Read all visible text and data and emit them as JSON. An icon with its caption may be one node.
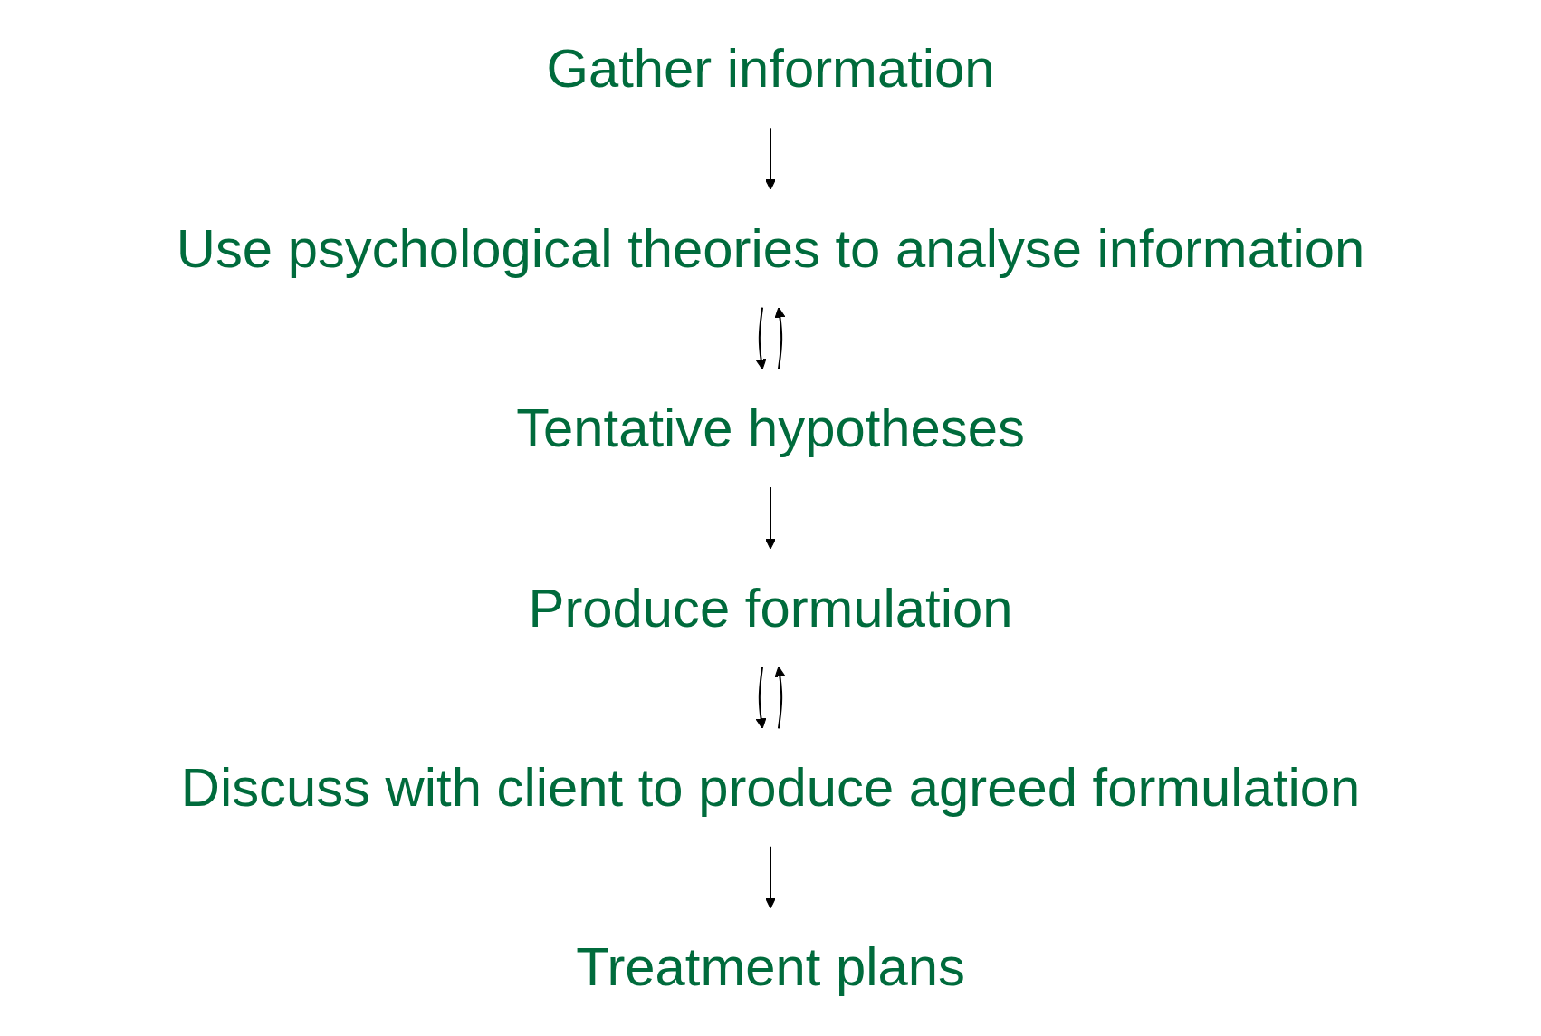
{
  "diagram": {
    "nodes": [
      {
        "text": [
          "Gather information"
        ]
      },
      {
        "text": [
          "Use psychological theories to analyse information"
        ]
      },
      {
        "text": [
          "Tentative hypotheses"
        ]
      },
      {
        "text": [
          "Produce formulation"
        ]
      },
      {
        "text": [
          "Discuss with client to produce agreed formulation"
        ]
      },
      {
        "text": [
          "Treatment plans"
        ]
      }
    ],
    "edges": [
      {
        "from": 0,
        "to": 1,
        "arrow": "to"
      },
      {
        "from": 1,
        "to": 2,
        "arrow": "to"
      },
      {
        "from": 2,
        "to": 1,
        "arrow": "to"
      },
      {
        "from": 2,
        "to": 3,
        "arrow": "to"
      },
      {
        "from": 3,
        "to": 4,
        "arrow": "to"
      },
      {
        "from": 4,
        "to": 3,
        "arrow": "to"
      },
      {
        "from": 4,
        "to": 5,
        "arrow": "to"
      }
    ]
  }
}
